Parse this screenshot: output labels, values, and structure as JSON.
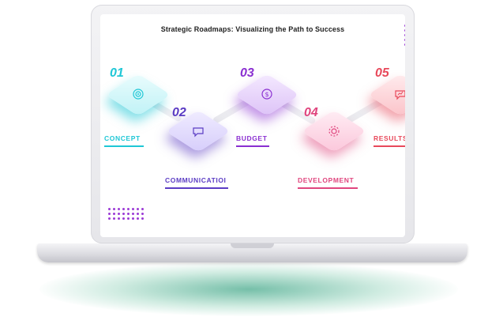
{
  "title": "Strategic Roadmaps: Visualizing the Path to Success",
  "colors": {
    "concept": "#1fc7d6",
    "communication": "#5b3cc4",
    "budget": "#8a2fd1",
    "development": "#e0457e",
    "results": "#e8495b",
    "dots": "#9b3bd6"
  },
  "steps": [
    {
      "number": "01",
      "label": "CONCEPT",
      "icon": "target-icon"
    },
    {
      "number": "02",
      "label": "COMMUNICATIOI",
      "icon": "chat-bubble-icon"
    },
    {
      "number": "03",
      "label": "BUDGET",
      "icon": "coin-icon"
    },
    {
      "number": "04",
      "label": "DEVELOPMENT",
      "icon": "gear-icon"
    },
    {
      "number": "05",
      "label": "RESULTS",
      "icon": "chart-message-icon"
    }
  ]
}
